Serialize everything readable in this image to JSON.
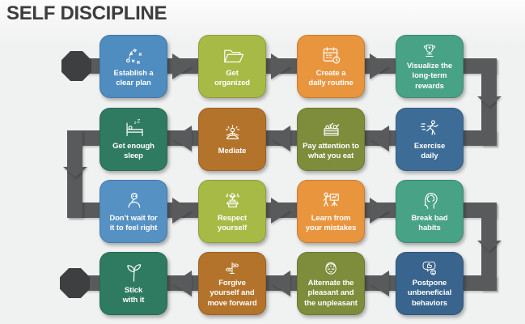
{
  "title": "SELF DISCIPLINE",
  "colors": {
    "background": "#f0f1f1",
    "title_text": "#3d3d3d",
    "connector": "#595a5c",
    "terminator": "#3e3f41",
    "card_text": "#ffffff"
  },
  "flow": {
    "start_marker": "octagon",
    "end_marker": "octagon",
    "pattern": "serpentine",
    "row_directions": [
      "right",
      "left",
      "right",
      "left"
    ]
  },
  "cards": [
    {
      "label": "Establish a clear plan",
      "lines": [
        "Establish a",
        "clear plan"
      ],
      "icon": "strategy-plan-icon",
      "color": "#4f8cc0",
      "row": 1,
      "col": 1
    },
    {
      "label": "Get organized",
      "lines": [
        "Get",
        "organized"
      ],
      "icon": "open-folder-icon",
      "color": "#a7ba45",
      "row": 1,
      "col": 2
    },
    {
      "label": "Create a daily routine",
      "lines": [
        "Create a",
        "daily routine"
      ],
      "icon": "calendar-routine-icon",
      "color": "#e9953e",
      "row": 1,
      "col": 3
    },
    {
      "label": "Visualize the long-term rewards",
      "lines": [
        "Visualize the",
        "long-term",
        "rewards"
      ],
      "icon": "trophy-icon",
      "color": "#48a285",
      "row": 1,
      "col": 4
    },
    {
      "label": "Get enough sleep",
      "lines": [
        "Get enough",
        "sleep"
      ],
      "icon": "sleep-bed-icon",
      "color": "#2f7b61",
      "row": 2,
      "col": 1
    },
    {
      "label": "Mediate",
      "lines": [
        "Mediate"
      ],
      "icon": "meditation-icon",
      "color": "#b4732b",
      "row": 2,
      "col": 2
    },
    {
      "label": "Pay attention to what you eat",
      "lines": [
        "Pay attention to",
        "what you eat"
      ],
      "icon": "vegetable-crate-icon",
      "color": "#7d8d3c",
      "row": 2,
      "col": 3
    },
    {
      "label": "Exercise daily",
      "lines": [
        "Exercise",
        "daily"
      ],
      "icon": "runner-icon",
      "color": "#3d6d97",
      "row": 2,
      "col": 4
    },
    {
      "label": "Don’t wait for it to feel right",
      "lines": [
        "Don’t wait for",
        "it to feel right"
      ],
      "icon": "thinking-person-icon",
      "color": "#5591c3",
      "row": 3,
      "col": 1
    },
    {
      "label": "Respect yourself",
      "lines": [
        "Respect",
        "yourself"
      ],
      "icon": "raised-arms-person-icon",
      "color": "#a7ba45",
      "row": 3,
      "col": 2
    },
    {
      "label": "Learn from your mistakes",
      "lines": [
        "Learn from",
        "your mistakes"
      ],
      "icon": "presentation-board-icon",
      "color": "#e9953e",
      "row": 3,
      "col": 3
    },
    {
      "label": "Break bad habits",
      "lines": [
        "Break bad",
        "habits"
      ],
      "icon": "head-brain-icon",
      "color": "#48a285",
      "row": 3,
      "col": 4
    },
    {
      "label": "Stick with it",
      "lines": [
        "Stick",
        "with it"
      ],
      "icon": "sprout-leaves-icon",
      "color": "#2f7b61",
      "row": 4,
      "col": 1
    },
    {
      "label": "Forgive yourself and move forward",
      "lines": [
        "Forgive",
        "yourself and",
        "move forward"
      ],
      "icon": "signpost-icon",
      "color": "#b4732b",
      "row": 4,
      "col": 2
    },
    {
      "label": "Alternate the pleasant and the unpleasant",
      "lines": [
        "Alternate the",
        "pleasant and",
        "the unpleasant"
      ],
      "icon": "calm-face-icon",
      "color": "#7d8d3c",
      "row": 4,
      "col": 3
    },
    {
      "label": "Postpone unbeneficial behaviors",
      "lines": [
        "Postpone",
        "unbeneficial",
        "behaviors"
      ],
      "icon": "thumbs-up-bubble-icon",
      "color": "#38648d",
      "row": 4,
      "col": 4
    }
  ]
}
